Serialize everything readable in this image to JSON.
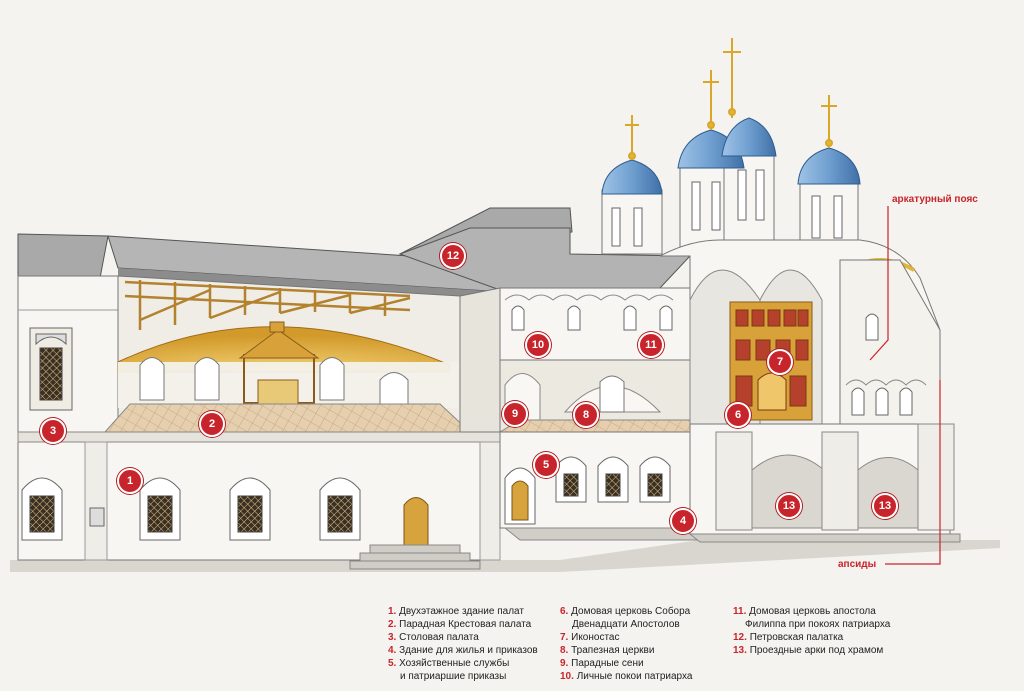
{
  "callouts": {
    "arcade_belt": "аркатурный пояс",
    "apses": "апсиды"
  },
  "markers": [
    "1",
    "2",
    "3",
    "4",
    "5",
    "6",
    "7",
    "8",
    "9",
    "10",
    "11",
    "12",
    "13"
  ],
  "legend": {
    "col1": [
      {
        "num": "1.",
        "text": "Двухэтажное здание палат"
      },
      {
        "num": "2.",
        "text": "Парадная Крестовая палата"
      },
      {
        "num": "3.",
        "text": "Столовая палата"
      },
      {
        "num": "4.",
        "text": "Здание для жилья и приказов"
      },
      {
        "num": "5.",
        "text": "Хозяйственные службы",
        "cont": "и патриаршие приказы"
      }
    ],
    "col2": [
      {
        "num": "6.",
        "text": "Домовая церковь Собора",
        "cont": "Двенадцати Апостолов"
      },
      {
        "num": "7.",
        "text": "Иконостас"
      },
      {
        "num": "8.",
        "text": "Трапезная церкви"
      },
      {
        "num": "9.",
        "text": "Парадные сени"
      },
      {
        "num": "10.",
        "text": "Личные покои патриарха"
      }
    ],
    "col3": [
      {
        "num": "11.",
        "text": "Домовая церковь апостола",
        "cont": "Филиппа при покоях патриарха"
      },
      {
        "num": "12.",
        "text": "Петровская палатка"
      },
      {
        "num": "13.",
        "text": "Проездные арки под храмом"
      }
    ]
  },
  "colors": {
    "accent_red": "#c8242b",
    "dome_blue": "#6f9fd0",
    "gold": "#e2b537",
    "roof_gray": "#9a9a9a",
    "wall_white": "#f7f6f2"
  }
}
